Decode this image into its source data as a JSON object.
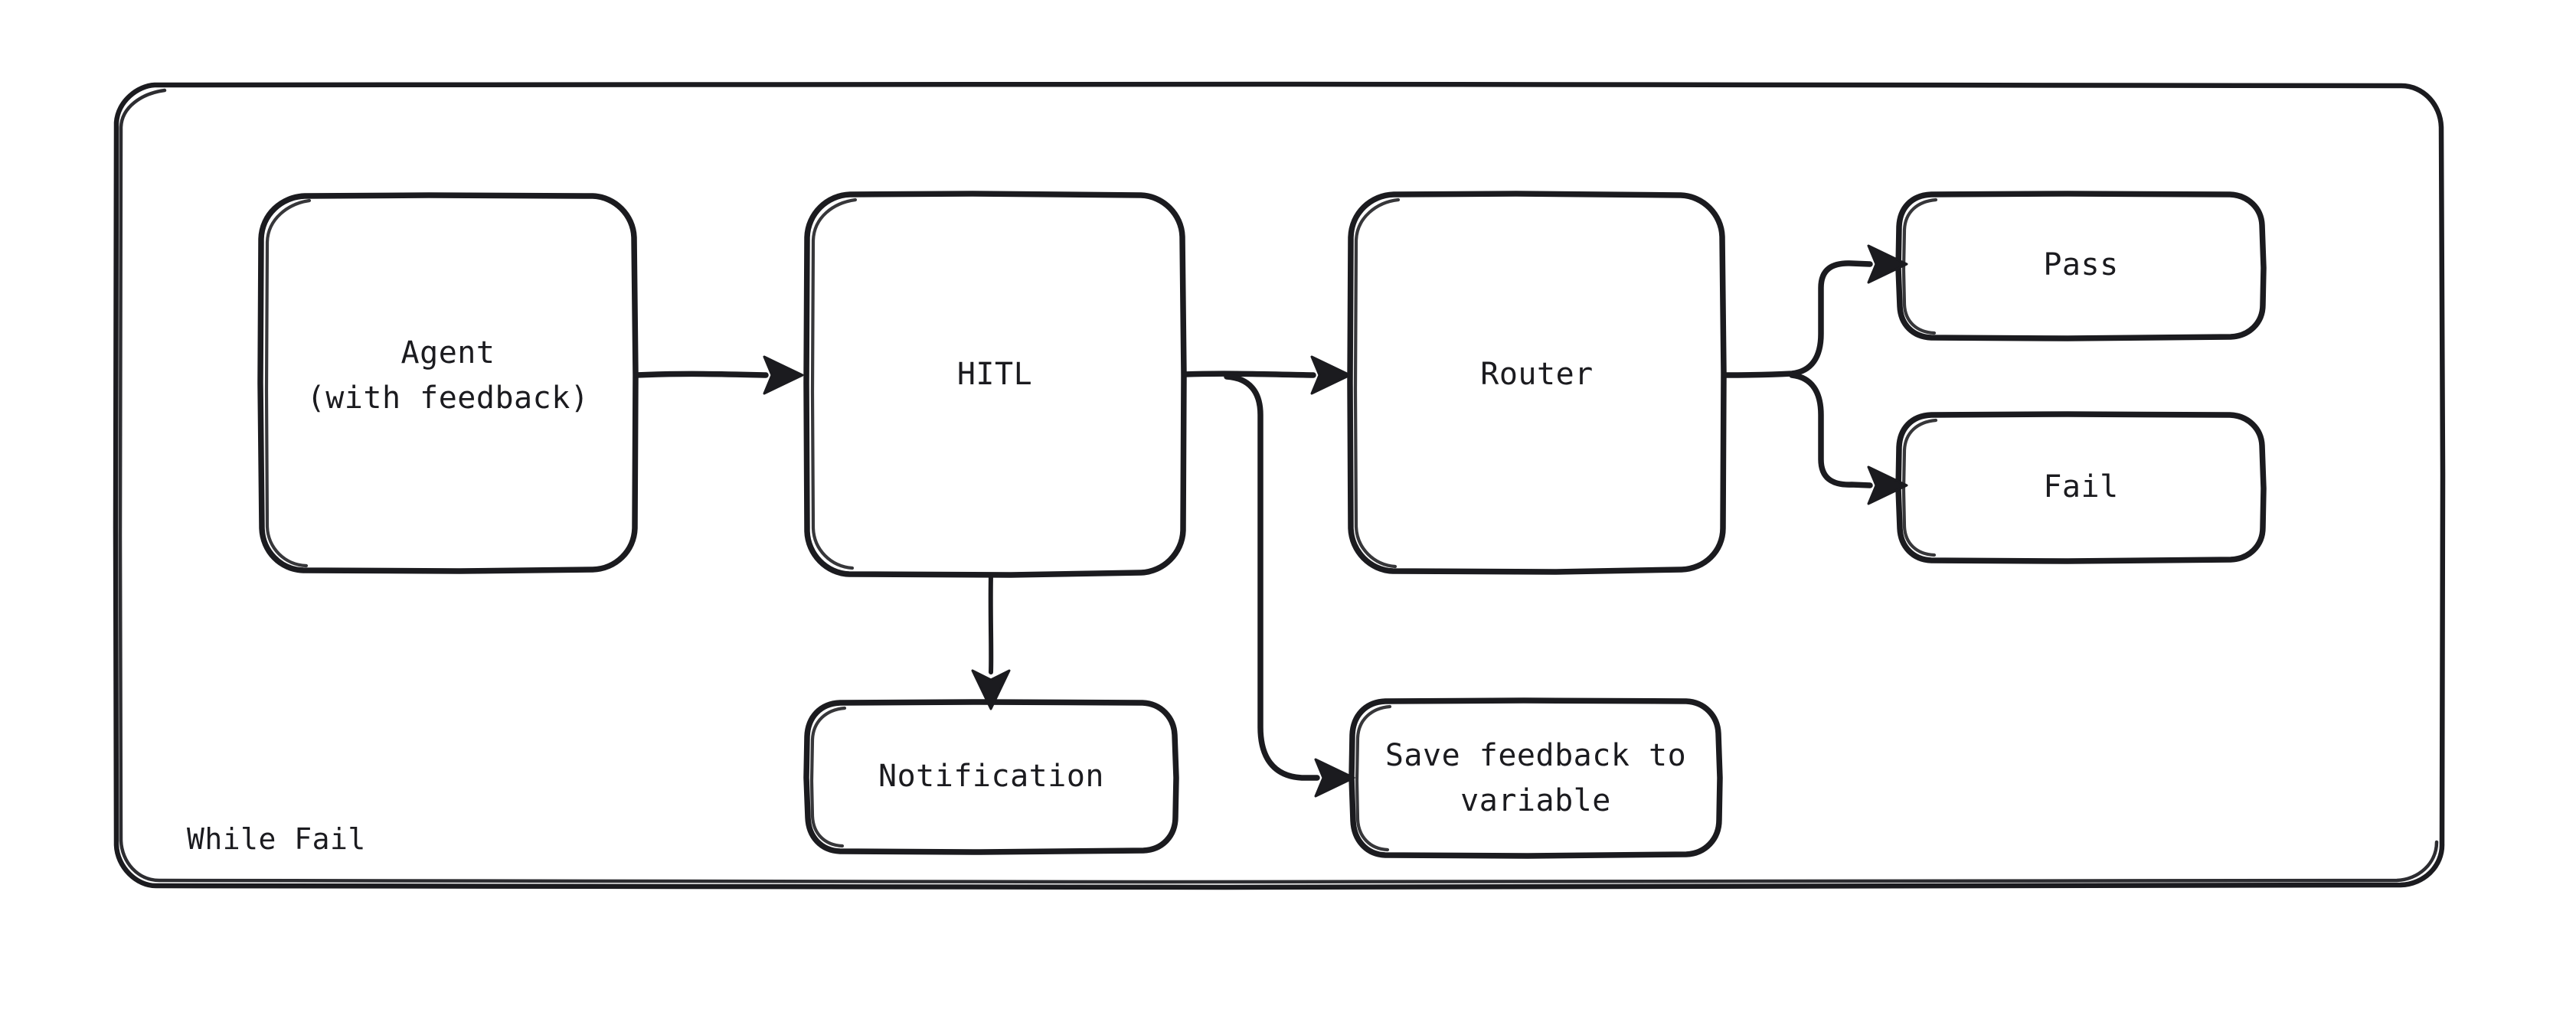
{
  "diagram": {
    "type": "flowchart",
    "group": {
      "label": "While Fail",
      "name": "while-fail-group"
    },
    "nodes": [
      {
        "id": "agent",
        "label_lines": [
          "Agent",
          "(with feedback)"
        ],
        "shape": "rounded-rect"
      },
      {
        "id": "hitl",
        "label_lines": [
          "HITL"
        ],
        "shape": "rounded-rect"
      },
      {
        "id": "router",
        "label_lines": [
          "Router"
        ],
        "shape": "rounded-rect"
      },
      {
        "id": "pass",
        "label_lines": [
          "Pass"
        ],
        "shape": "rounded-rect"
      },
      {
        "id": "fail",
        "label_lines": [
          "Fail"
        ],
        "shape": "rounded-rect"
      },
      {
        "id": "notification",
        "label_lines": [
          "Notification"
        ],
        "shape": "rounded-rect"
      },
      {
        "id": "savefeedback",
        "label_lines": [
          "Save feedback to",
          "variable"
        ],
        "shape": "rounded-rect"
      }
    ],
    "edges": [
      {
        "from": "agent",
        "to": "hitl",
        "label": ""
      },
      {
        "from": "hitl",
        "to": "router",
        "label": ""
      },
      {
        "from": "hitl",
        "to": "notification",
        "label": ""
      },
      {
        "from": "hitl",
        "to": "savefeedback",
        "label": ""
      },
      {
        "from": "router",
        "to": "pass",
        "label": ""
      },
      {
        "from": "router",
        "to": "fail",
        "label": ""
      }
    ],
    "colors": {
      "stroke": "#1b1b1f",
      "background": "#ffffff",
      "node_fill": "#ffffff"
    }
  }
}
